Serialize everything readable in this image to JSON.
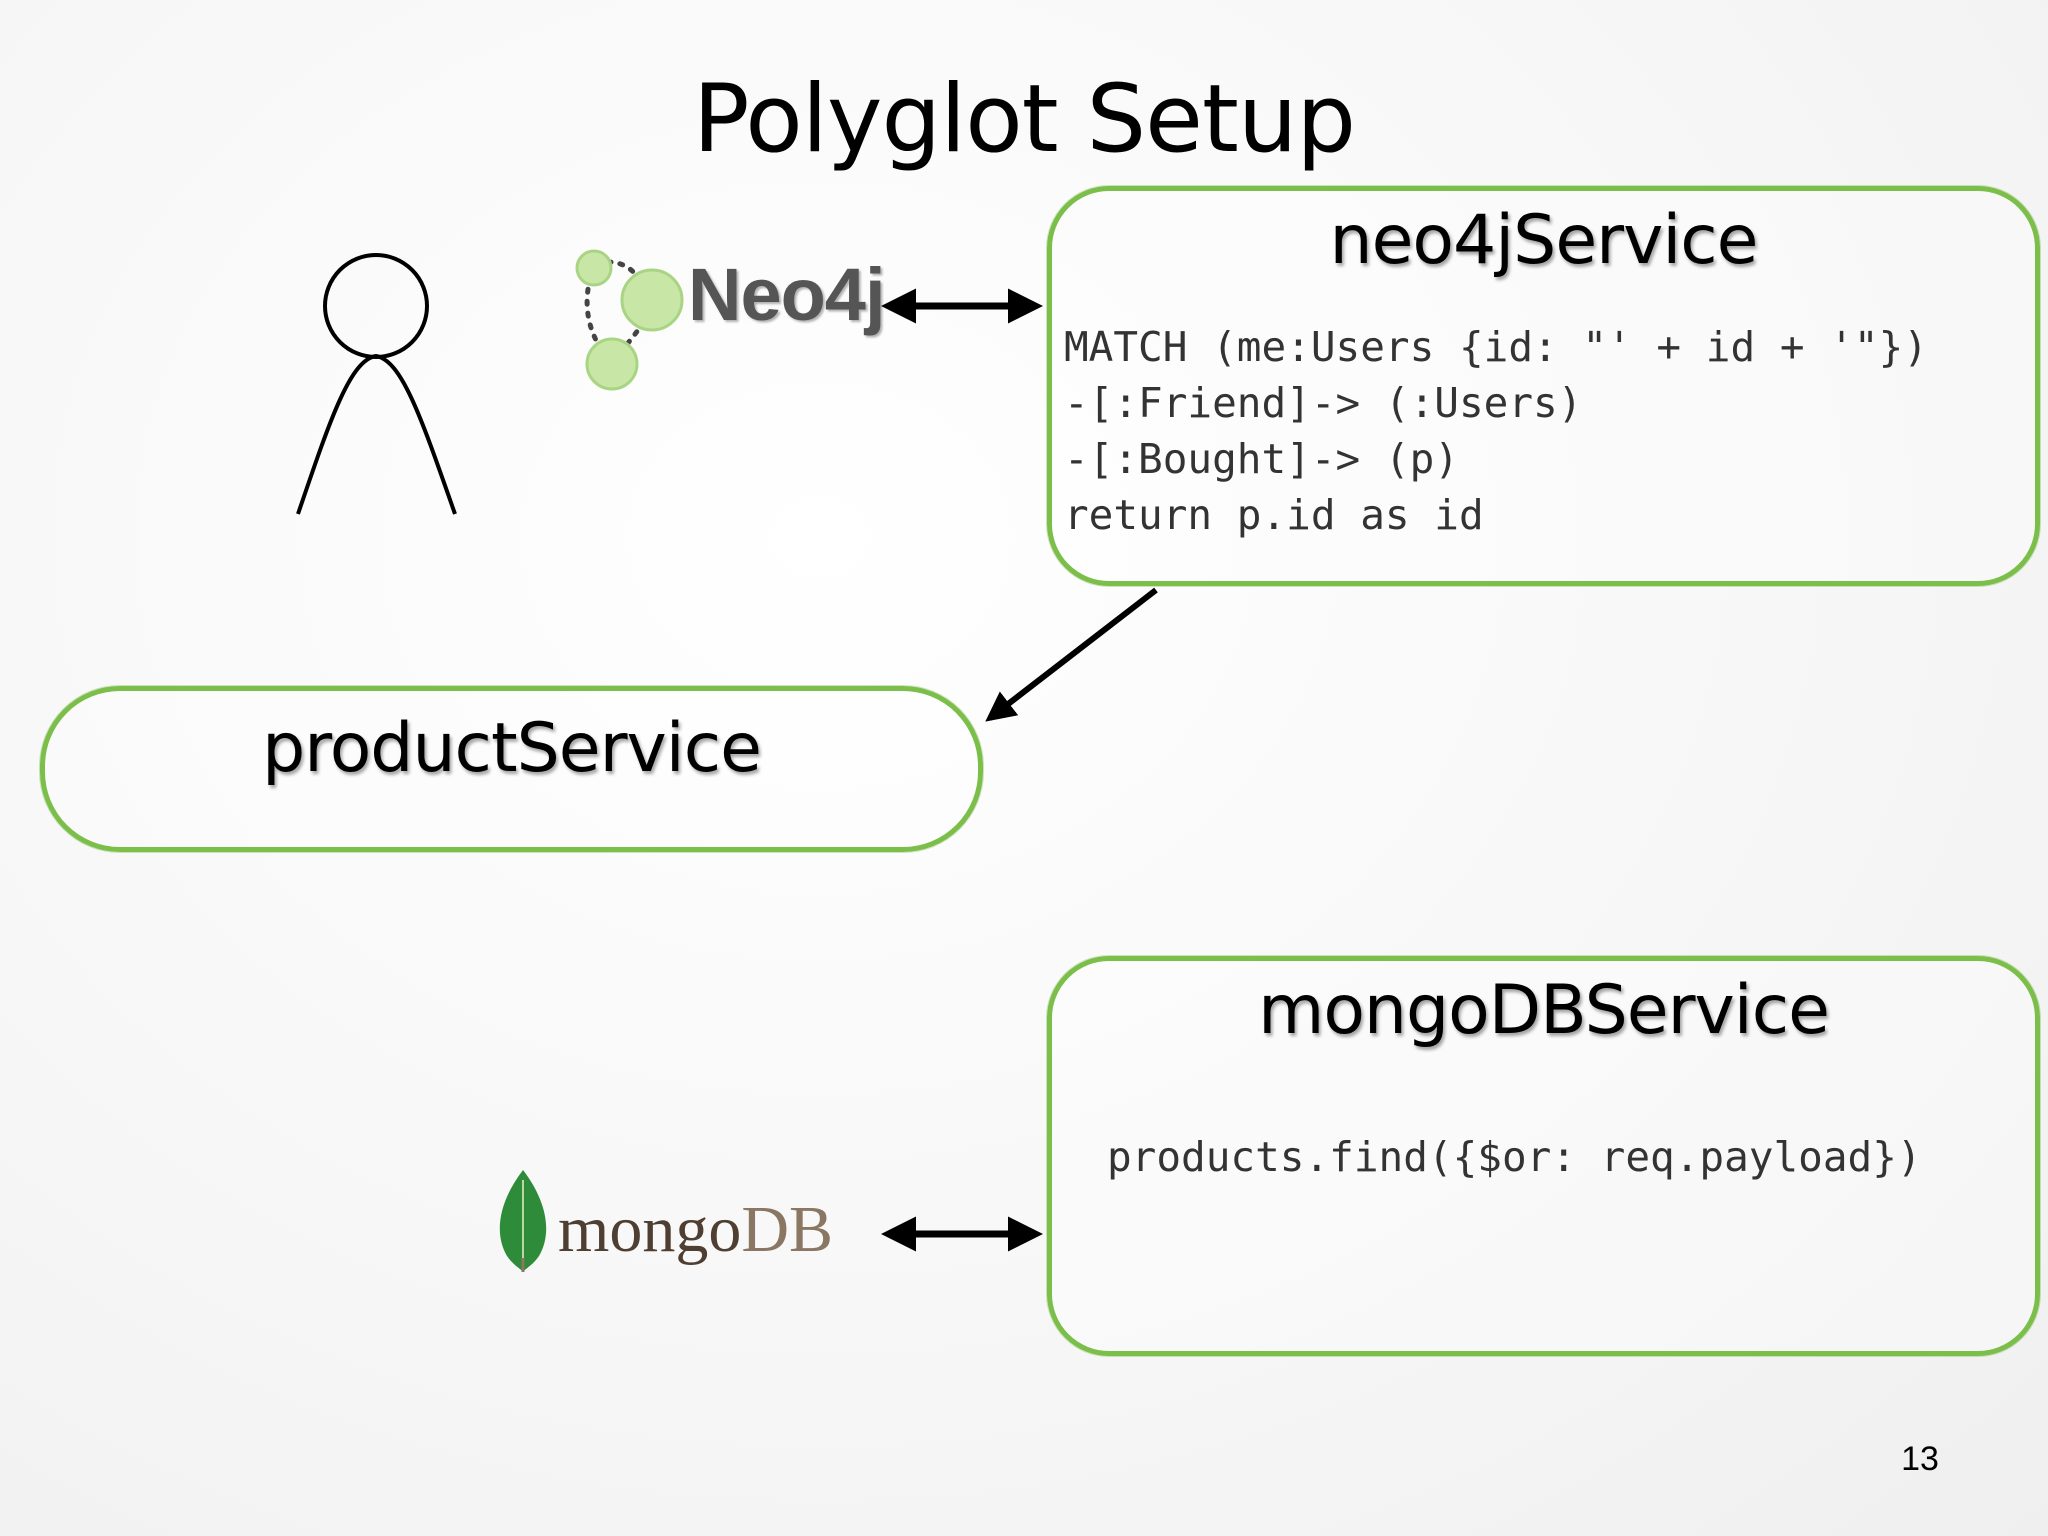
{
  "slide": {
    "title": "Polyglot Setup",
    "page_number": "13"
  },
  "neo4j_service": {
    "title": "neo4jService",
    "code_lines": [
      "MATCH (me:Users {id: \"' + id + '\"})",
      "-[:Friend]-> (:Users)",
      "-[:Bought]-> (p)",
      "return p.id as id"
    ]
  },
  "product_service": {
    "title": "productService"
  },
  "mongodb_service": {
    "title": "mongoDBService",
    "code": "products.find({$or: req.payload})"
  },
  "logos": {
    "neo4j": "Neo4j",
    "mongodb_part1": "mongo",
    "mongodb_part2": "DB"
  },
  "icons": {
    "user": "person-outline-icon",
    "neo4j_graph": "neo4j-graph-nodes-icon",
    "mongodb_leaf": "mongodb-leaf-icon"
  },
  "colors": {
    "box_border": "#7bbf4a",
    "node_fill": "#c8e6a6",
    "leaf_green": "#2e8b3a"
  }
}
